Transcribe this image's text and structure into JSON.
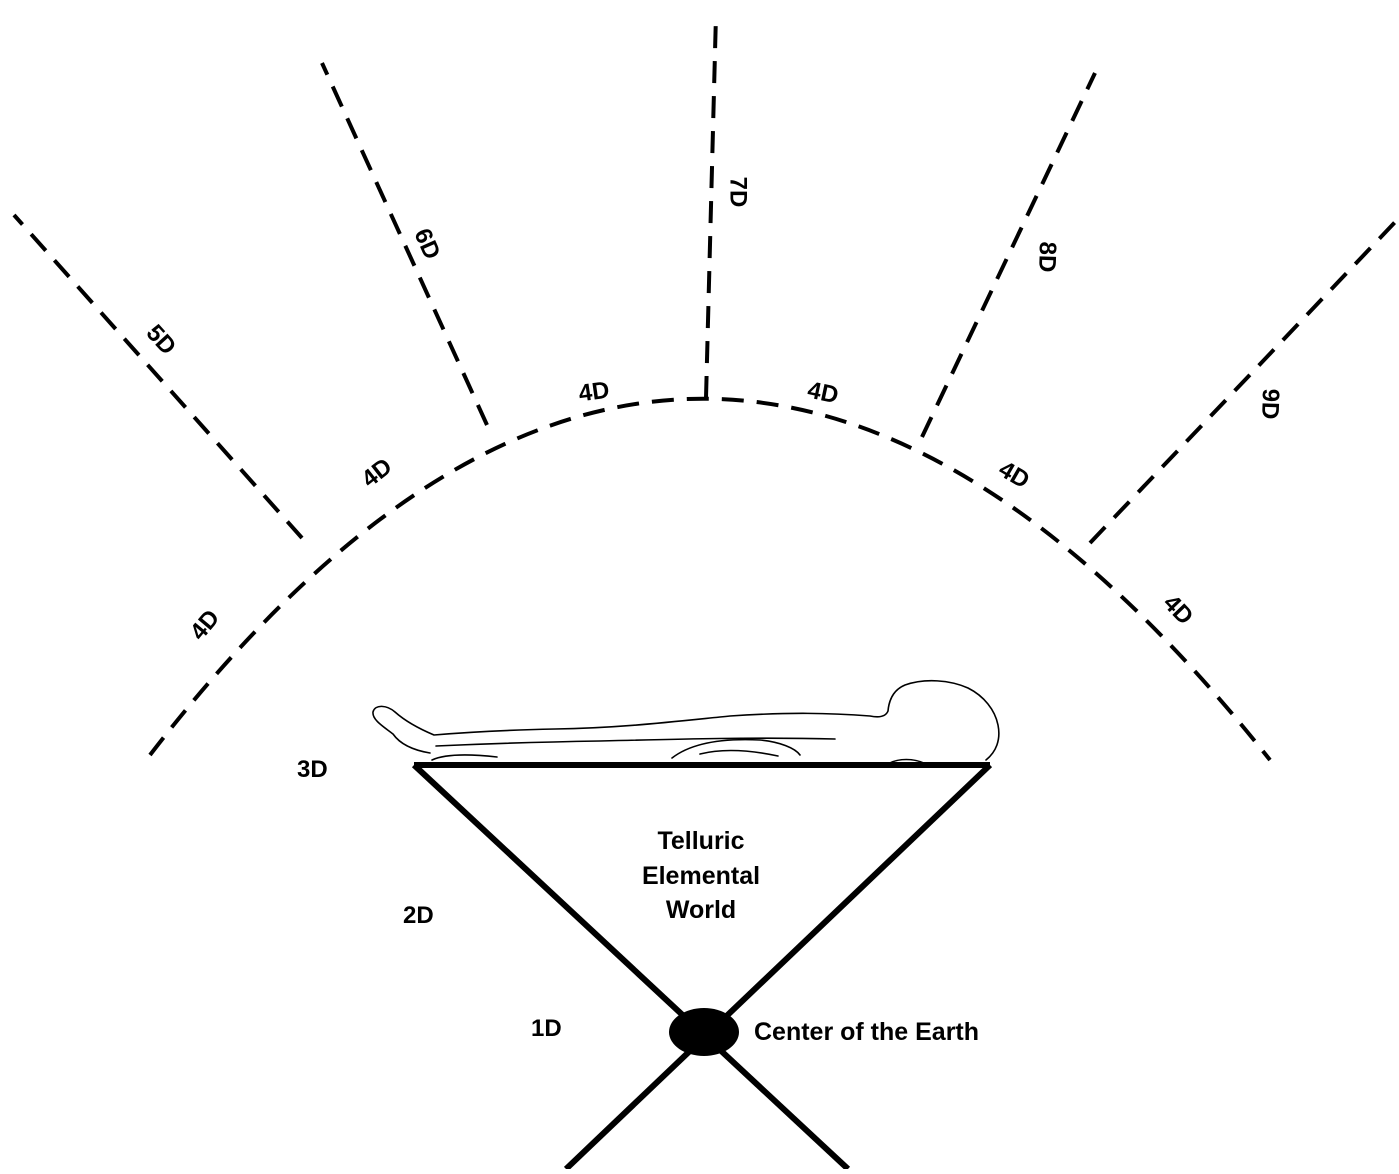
{
  "diagram": {
    "colors": {
      "line": "#000000",
      "background": "#ffffff"
    },
    "rays": [
      {
        "id": "5d",
        "label": "5D"
      },
      {
        "id": "6d",
        "label": "6D"
      },
      {
        "id": "7d",
        "label": "7D"
      },
      {
        "id": "8d",
        "label": "8D"
      },
      {
        "id": "9d",
        "label": "9D"
      }
    ],
    "arc_labels": [
      "4D",
      "4D",
      "4D",
      "4D",
      "4D",
      "4D"
    ],
    "side_labels": {
      "d3": "3D",
      "d2": "2D",
      "d1": "1D"
    },
    "triangle_text": [
      "Telluric",
      "Elemental",
      "World"
    ],
    "center_label": "Center of the Earth"
  }
}
